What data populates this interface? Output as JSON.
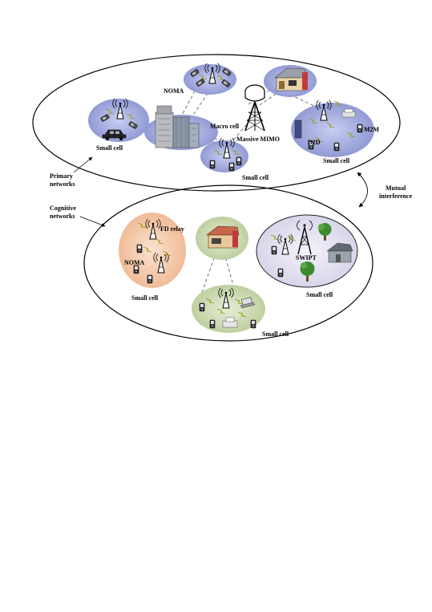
{
  "labels": {
    "noma_primary": "NOMA",
    "macro_cell": "Macro cell",
    "massive_mimo": "Massive MIMO",
    "m2m": "M2M",
    "d2d": "D2D",
    "small_cell_left": "Small cell",
    "small_cell_center": "Small cell",
    "small_cell_right": "Small cell",
    "primary_line1": "Primary",
    "primary_line2": "networks",
    "mutual_line1": "Mutual",
    "mutual_line2": "interference",
    "cognitive_line1": "Cognitive",
    "cognitive_line2": "networks",
    "fd_relay": "FD relay",
    "noma_cognitive": "NOMA",
    "swipt": "SWIPT",
    "small_cell_cog_left": "Small cell",
    "small_cell_cog_right": "Small cell",
    "small_cell_cog_bottom": "Small cell"
  },
  "colors": {
    "cell_blue": "#8f97d4",
    "cell_orange": "#f3c6a4",
    "cell_green": "#c5d6a8",
    "cell_lavender": "#e2e0f0",
    "lightning": "#d8e400"
  }
}
